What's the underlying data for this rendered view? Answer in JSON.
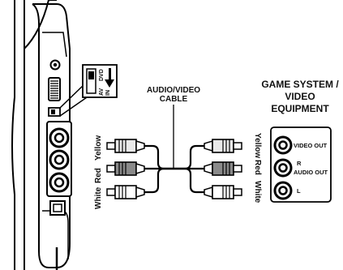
{
  "cable_label": [
    "AUDIO/VIDEO",
    "CABLE"
  ],
  "equipment_title": [
    "GAME SYSTEM /",
    "VIDEO",
    "EQUIPMENT"
  ],
  "switch": {
    "position_dvd": "DVD",
    "position_av": "AV",
    "in_label": "IN"
  },
  "player_side": {
    "plug_colors": [
      "Yellow",
      "Red",
      "White"
    ]
  },
  "equipment_side": {
    "plug_colors": [
      "Yellow",
      "Red",
      "White"
    ],
    "video_out_label": "VIDEO OUT",
    "audio_r_label": "R",
    "audio_out_label": "AUDIO OUT",
    "audio_l_label": "L"
  },
  "plug_fill_colors": {
    "yellow": "#e9e9e9",
    "red": "#8a8a8a",
    "white": "#ffffff"
  }
}
